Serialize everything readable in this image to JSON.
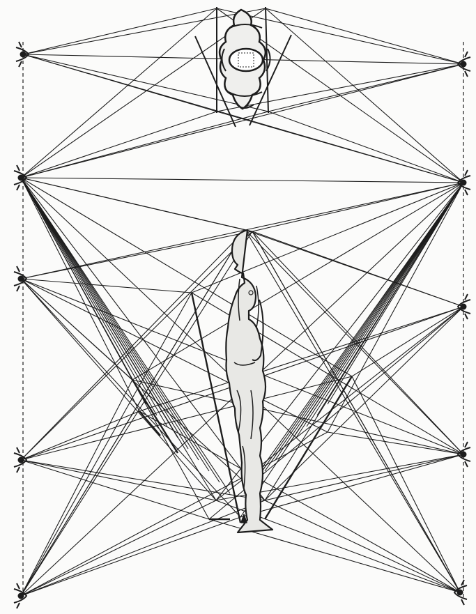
{
  "diagram": {
    "ink_color": "#1d1d1d",
    "paper_color": "#fbfbfa",
    "stroke_style": "hand-drawn pen sketch",
    "subjects": [
      "figure-top-view",
      "figure-side-view"
    ],
    "observers": [
      {
        "id": "eye-left-1",
        "icon": "eye-icon"
      },
      {
        "id": "eye-left-2",
        "icon": "eye-icon"
      },
      {
        "id": "eye-left-3",
        "icon": "eye-icon"
      },
      {
        "id": "eye-left-4",
        "icon": "eye-icon"
      },
      {
        "id": "eye-left-5",
        "icon": "eye-icon"
      },
      {
        "id": "eye-right-1",
        "icon": "eye-icon"
      },
      {
        "id": "eye-right-2",
        "icon": "eye-icon"
      },
      {
        "id": "eye-right-3",
        "icon": "eye-icon"
      },
      {
        "id": "eye-right-4",
        "icon": "eye-icon"
      },
      {
        "id": "eye-right-5",
        "icon": "eye-icon"
      }
    ]
  }
}
